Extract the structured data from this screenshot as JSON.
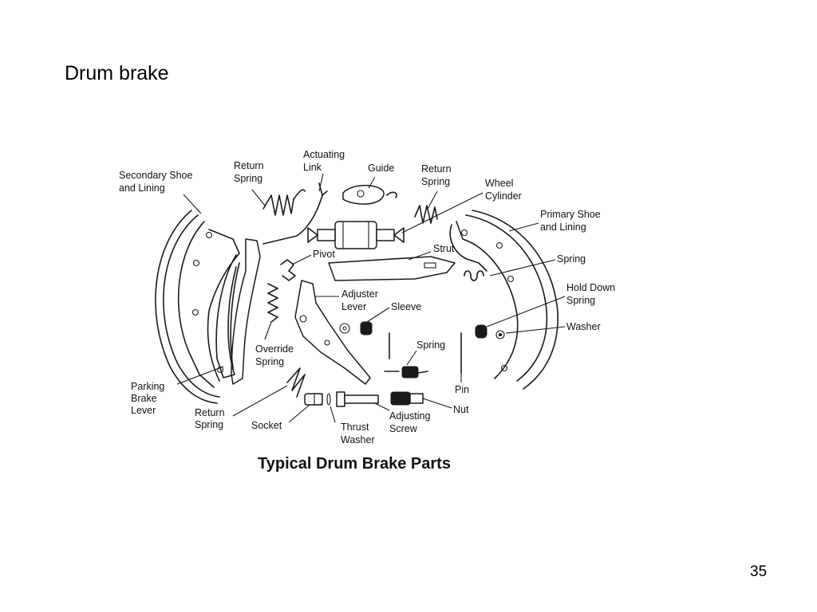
{
  "slide": {
    "title": "Drum brake",
    "page_number": "35"
  },
  "diagram": {
    "caption": "Typical Drum Brake Parts",
    "labels": {
      "secondary_shoe": [
        "Secondary Shoe",
        "and Lining"
      ],
      "return_spring_top_left": [
        "Return",
        "Spring"
      ],
      "actuating_link": [
        "Actuating",
        "Link"
      ],
      "guide": [
        "Guide"
      ],
      "return_spring_top_right": [
        "Return",
        "Spring"
      ],
      "wheel_cylinder": [
        "Wheel",
        "Cylinder"
      ],
      "primary_shoe": [
        "Primary Shoe",
        "and Lining"
      ],
      "pivot": [
        "Pivot"
      ],
      "strut": [
        "Strut"
      ],
      "spring_right": [
        "Spring"
      ],
      "adjuster_lever": [
        "Adjuster",
        "Lever"
      ],
      "sleeve": [
        "Sleeve"
      ],
      "hold_down_spring": [
        "Hold Down",
        "Spring"
      ],
      "washer": [
        "Washer"
      ],
      "override_spring": [
        "Override",
        "Spring"
      ],
      "spring_center": [
        "Spring"
      ],
      "pin": [
        "Pin"
      ],
      "parking_brake_lever": [
        "Parking",
        "Brake",
        "Lever"
      ],
      "return_spring_bottom": [
        "Return",
        "Spring"
      ],
      "socket": [
        "Socket"
      ],
      "thrust_washer": [
        "Thrust",
        "Washer"
      ],
      "adjusting_screw": [
        "Adjusting",
        "Screw"
      ],
      "nut": [
        "Nut"
      ]
    }
  }
}
